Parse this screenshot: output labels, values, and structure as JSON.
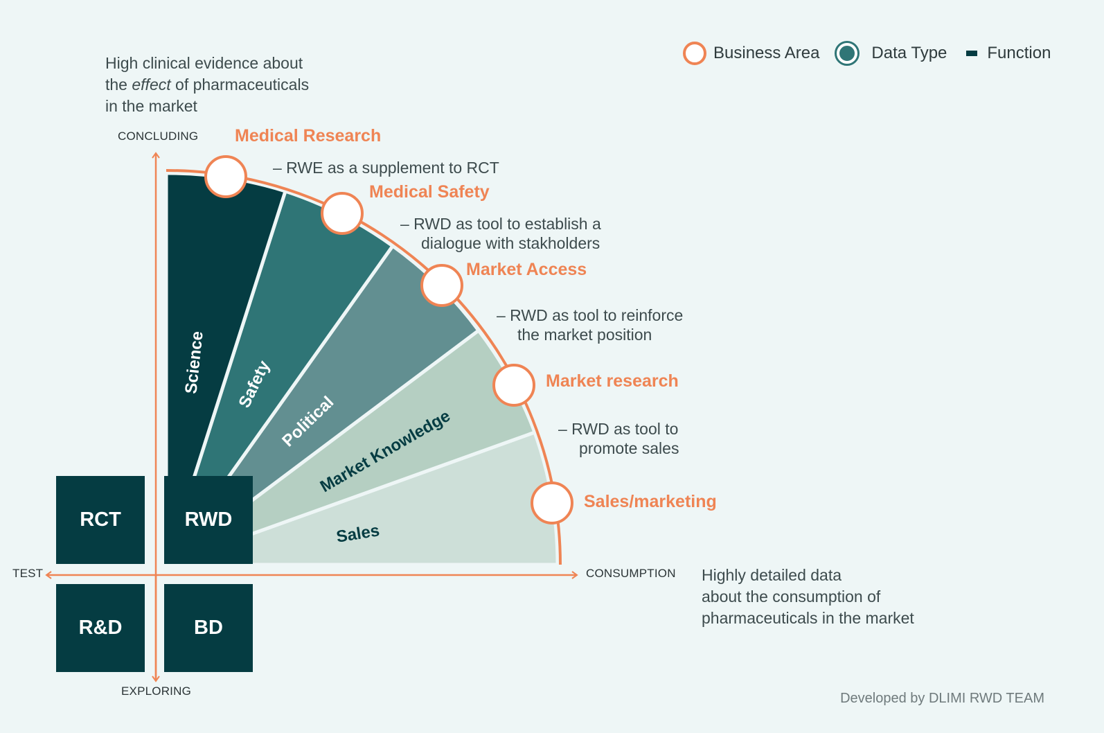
{
  "colors": {
    "background": "#eef6f6",
    "accent_orange": "#ef8454",
    "dark_teal": "#053c42",
    "teal": "#2f7576",
    "mid_teal": "#628f91",
    "light_green": "#b5cfc2",
    "pale_green": "#cddfd8"
  },
  "notes": {
    "top_line1": "High clinical evidence about",
    "top_line2_pre": "the ",
    "top_line2_em": "effect",
    "top_line2_post": " of pharmaceuticals",
    "top_line3": "in the market",
    "right_line1": "Highly detailed data",
    "right_line2": "about the consumption of",
    "right_line3": "pharmaceuticals in the market"
  },
  "axes": {
    "up": "CONCLUDING",
    "down": "EXPLORING",
    "left": "TEST",
    "right": "CONSUMPTION"
  },
  "legend": {
    "business_area": "Business Area",
    "data_type": "Data Type",
    "function": "Function"
  },
  "business_areas": [
    {
      "title": "Medical Research",
      "desc1": "– RWE as a supplement to RCT",
      "desc2": ""
    },
    {
      "title": "Medical Safety",
      "desc1": "–  RWD as tool to establish a",
      "desc2": "dialogue with stakholders"
    },
    {
      "title": "Market Access",
      "desc1": "–  RWD as tool to reinforce",
      "desc2": "the market position"
    },
    {
      "title": "Market research",
      "desc1": "–  RWD as tool to",
      "desc2": "promote sales"
    },
    {
      "title": "Sales/marketing",
      "desc1": "",
      "desc2": ""
    }
  ],
  "segments": {
    "science": "Science",
    "safety": "Safety",
    "political": "Political",
    "market_knowledge": "Market Knowledge",
    "sales": "Sales"
  },
  "functions": {
    "rct": "RCT",
    "rwd": "RWD",
    "rnd": "R&D",
    "bd": "BD"
  },
  "credit": "Developed by DLIMI RWD TEAM"
}
